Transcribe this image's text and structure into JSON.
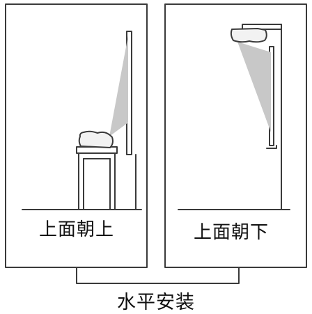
{
  "panels": [
    {
      "label": "上面朝上"
    },
    {
      "label": "上面朝下"
    }
  ],
  "caption": "水平安装",
  "colors": {
    "line": "#3a3a3a",
    "beam": "#c8c8c8",
    "projector_fill": "#f2f2f2"
  },
  "icons": {
    "projector": "projector-icon",
    "screen": "screen-icon",
    "stand": "table-icon",
    "ceiling_mount": "ceiling-mount-icon"
  }
}
